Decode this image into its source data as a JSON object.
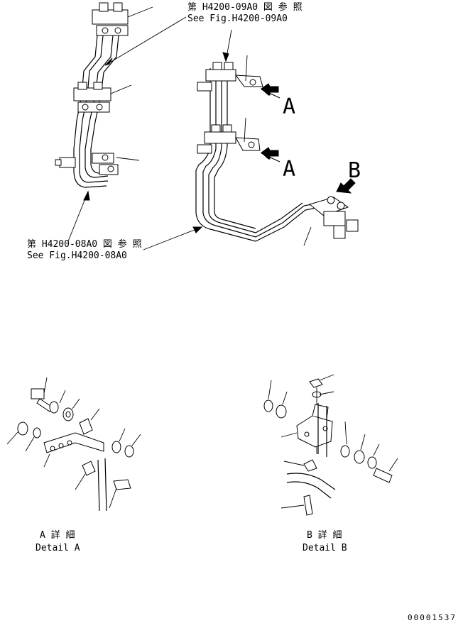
{
  "references": {
    "fig_09_jp": "第 H4200-09A0 図 参 照",
    "fig_09_en": "See Fig.H4200-09A0",
    "fig_08_jp": "第 H4200-08A0 図 参 照",
    "fig_08_en": "See Fig.H4200-08A0"
  },
  "view_labels": {
    "a_upper": "A",
    "a_lower": "A",
    "b": "B"
  },
  "details": {
    "a_jp": "A 詳 細",
    "a_en": "Detail A",
    "b_jp": "B 詳 細",
    "b_en": "Detail B"
  },
  "drawing_number": "00001537"
}
